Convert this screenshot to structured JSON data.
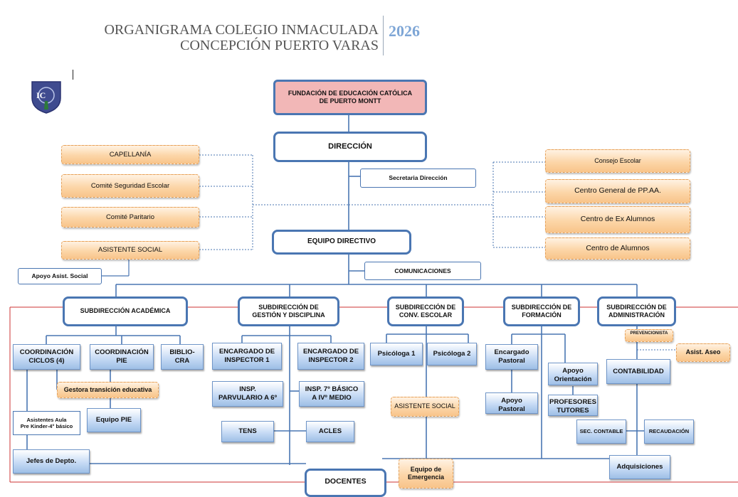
{
  "header": {
    "title_line1": "ORGANIGRAMA COLEGIO INMACULADA",
    "title_line2": "CONCEPCIÓN PUERTO VARAS",
    "year": "2026",
    "logo_text": "IC"
  },
  "colors": {
    "line_blue": "#4a76b2",
    "line_red": "#cc3333",
    "orange_fill": "#fcd6a8",
    "pink_fill": "#f2b7b7"
  },
  "nodes": {
    "fundacion": "FUNDACIÓN DE EDUCACIÓN CATÓLICA\nDE PUERTO MONTT",
    "direccion": "DIRECCIÓN",
    "secretaria": "Secretaria Dirección",
    "capellania": "CAPELLANÍA",
    "comite_seguridad": "Comité Seguridad Escolar",
    "comite_paritario": "Comité Paritario",
    "asistente_social_top": "ASISTENTE SOCIAL",
    "apoyo_asist": "Apoyo Asist. Social",
    "consejo_escolar": "Consejo Escolar",
    "centro_ppaa": "Centro General de PP.AA.",
    "centro_exalumnos": "Centro de Ex Alumnos",
    "centro_alumnos": "Centro de Alumnos",
    "equipo_directivo": "EQUIPO DIRECTIVO",
    "comunicaciones": "COMUNICACIONES",
    "sub_academica": "SUBDIRECCIÓN ACADÉMICA",
    "sub_gestion": "SUBDIRECCIÓN DE\nGESTIÓN Y DISCIPLINA",
    "sub_conv": "SUBDIRECCIÓN DE\nCONV. ESCOLAR",
    "sub_formacion": "SUBDIRECCIÓN DE\nFORMACIÓN",
    "sub_admin": "SUBDIRECCIÓN DE\nADMINISTRACIÓN",
    "coord_ciclos": "COORDINACIÓN\nCICLOS (4)",
    "coord_pie": "COORDINACIÓN\nPIE",
    "biblio": "BIBLIO-\nCRA",
    "gestora": "Gestora transición educativa",
    "asistentes_aula": "Asistentes Aula\nPre Kinder-4° básico",
    "equipo_pie": "Equipo PIE",
    "jefes_depto": "Jefes de Depto.",
    "enc_insp1": "ENCARGADO DE\nINSPECTOR 1",
    "enc_insp2": "ENCARGADO DE\nINSPECTOR 2",
    "insp_parv": "INSP.\nPARVULARIO A 6º",
    "insp_7": "INSP. 7º BÁSICO\nA IVº MEDIO",
    "tens": "TENS",
    "acles": "ACLES",
    "psicologa1": "Psicóloga 1",
    "psicologa2": "Psicóloga 2",
    "asistente_social_conv": "ASISTENTE SOCIAL",
    "equipo_emergencia": "Equipo de\nEmergencia",
    "encargado_pastoral": "Encargado\nPastoral",
    "apoyo_pastoral": "Apoyo\nPastoral",
    "apoyo_orientacion": "Apoyo\nOrientación",
    "profesores_tutores": "PROFESORES\nTUTORES",
    "prevencionista": "PREVENCIONISTA",
    "asist_aseo": "Asist. Aseo",
    "contabilidad": "CONTABILIDAD",
    "sec_contable": "SEC. CONTABLE",
    "recaudacion": "RECAUDACIÓN",
    "adquisiciones": "Adquisiciones",
    "docentes": "DOCENTES"
  }
}
